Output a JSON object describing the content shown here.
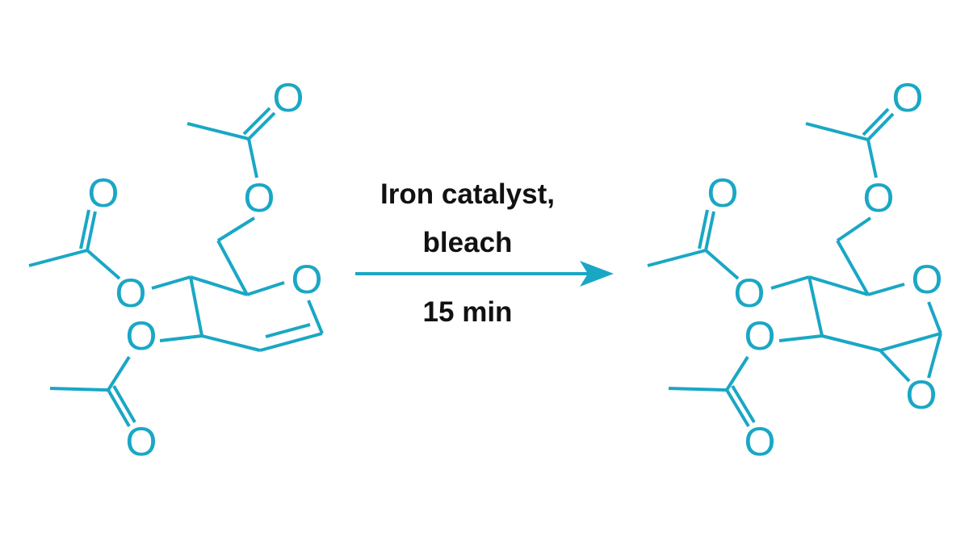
{
  "colors": {
    "structure": "#1aa7c5",
    "text": "#111111",
    "background": "#ffffff"
  },
  "reaction": {
    "conditions_line1": "Iron catalyst,",
    "conditions_line2": "bleach",
    "time": "15 min"
  },
  "reactant": {
    "atom_label": "O"
  },
  "product": {
    "atom_label": "O"
  }
}
